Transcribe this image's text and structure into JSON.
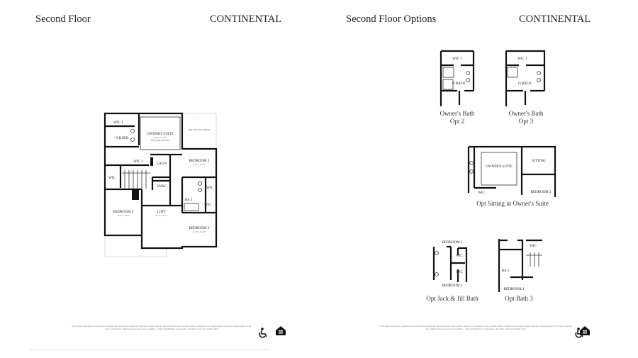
{
  "left_page": {
    "title": "Second Floor",
    "brand": "CONTINENTAL",
    "rooms": {
      "wic1": "WIC 1",
      "o_bath": "O BATH",
      "owners_suite": "OWNER'S SUITE",
      "owners_suite_dim": "15'-8\" x 14'-8\"",
      "owners_suite_note": "OPT TRAY CEILING",
      "opt_deck": "OPT. WALKOUT DECK",
      "wic2": "WIC 2",
      "laun": "LAUN",
      "bedroom2": "BEDROOM 2",
      "bedroom2_dim": "11'-8\" x 11'-10\"",
      "wic_left": "WIC",
      "hvac": "HVAC",
      "wic_b2": "WIC",
      "ba2": "BA 2",
      "wic_b3": "WIC",
      "bedroom4": "BEDROOM 4",
      "bedroom4_dim": "12'-0\" x 13'-0\"",
      "loft": "LOFT",
      "loft_dim": "14'-1\" x 15'-1\"",
      "bedroom3": "BEDROOM 3",
      "bedroom3_dim": "11'-8\" x 11'-10\""
    },
    "disclaimer": "Floor plans and options represent an architectural and design concept for this home model, and are not intended to show specific details. Dimensions are approximate and not a representation of the home's actual size. Options shown may not be available. ©2022 Toll Brothers Corporation. All rights reserved. October 2022"
  },
  "right_page": {
    "title": "Second Floor Options",
    "brand": "CONTINENTAL",
    "options": [
      {
        "caption_1": "Owner's Bath",
        "caption_2": "Opt 2",
        "labels": [
          "WIC 1",
          "O BATH"
        ]
      },
      {
        "caption_1": "Owner's Bath",
        "caption_2": "Opt 3",
        "labels": [
          "WIC 1",
          "O BATH"
        ]
      },
      {
        "caption_1": "Opt Sitting in Owner's Suite",
        "labels": [
          "OWNER'S SUITE",
          "SITTING",
          "WIC",
          "BEDROOM 2"
        ]
      },
      {
        "caption_1": "Opt Jack & Jill Bath",
        "labels": [
          "BEDROOM 2",
          "WIC",
          "WIC",
          "BEDROOM 3"
        ]
      },
      {
        "caption_1": "Opt Bath 3",
        "labels": [
          "WIC",
          "BA 3",
          "BEDROOM 4"
        ]
      }
    ],
    "disclaimer": "Floor plans and options represent an architectural and design concept for this home model, and are not intended to show specific details. Dimensions are approximate and not a representation of the home's actual size. Options shown may not be available. ©2022 Toll Brothers Corporation. All rights reserved. October 2022"
  },
  "icons": [
    "accessibility-icon",
    "equal-housing-icon"
  ]
}
